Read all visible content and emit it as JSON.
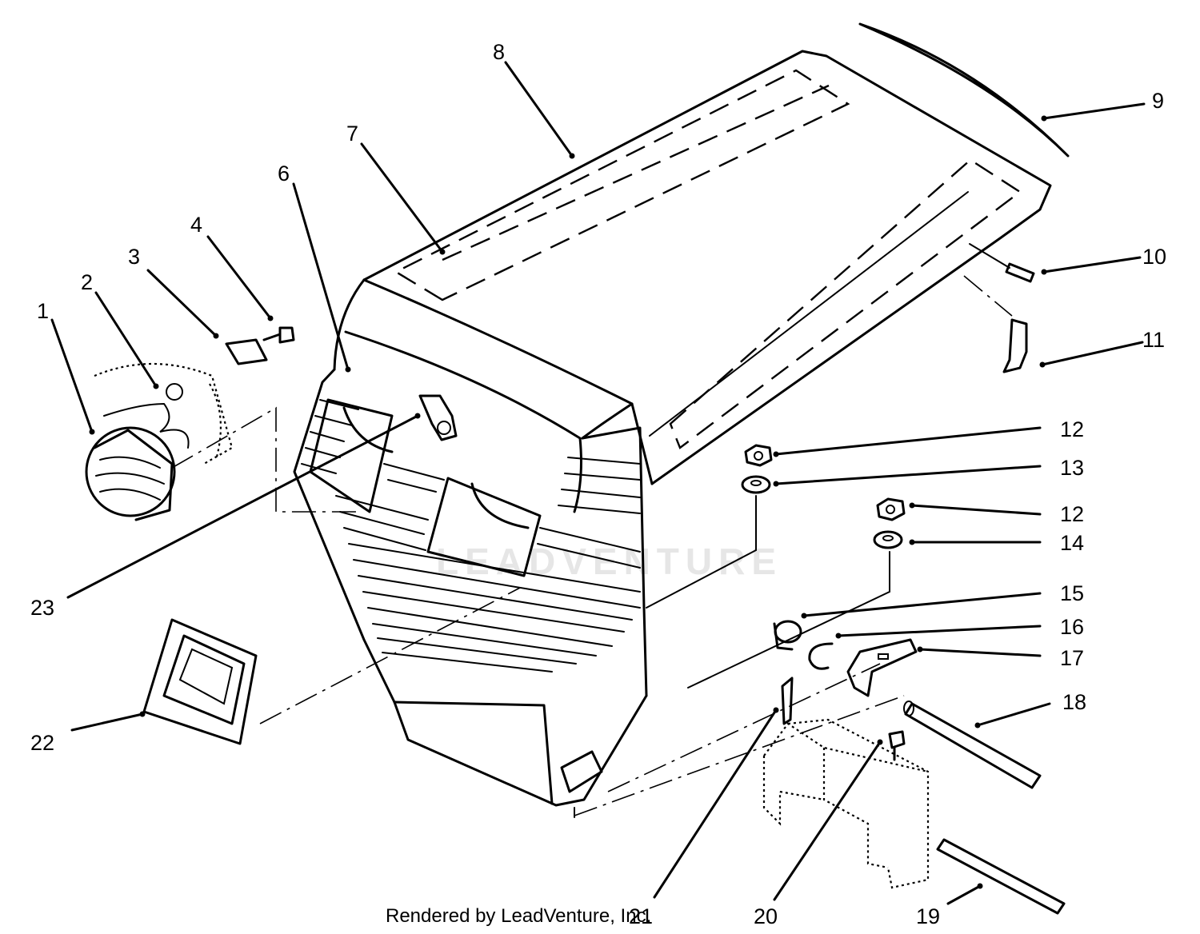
{
  "diagram": {
    "watermark": "LEADVENTURE",
    "footer": "Rendered by LeadVenture, Inc.",
    "callouts": [
      {
        "id": "c1",
        "label": "1"
      },
      {
        "id": "c2",
        "label": "2"
      },
      {
        "id": "c3",
        "label": "3"
      },
      {
        "id": "c4",
        "label": "4"
      },
      {
        "id": "c5",
        "label": "6"
      },
      {
        "id": "c6",
        "label": "7"
      },
      {
        "id": "c7",
        "label": "8"
      },
      {
        "id": "c8",
        "label": "9"
      },
      {
        "id": "c9",
        "label": "10"
      },
      {
        "id": "c10",
        "label": "11"
      },
      {
        "id": "c11",
        "label": "12"
      },
      {
        "id": "c12",
        "label": "13"
      },
      {
        "id": "c13",
        "label": "12"
      },
      {
        "id": "c14",
        "label": "14"
      },
      {
        "id": "c15",
        "label": "15"
      },
      {
        "id": "c16",
        "label": "16"
      },
      {
        "id": "c17",
        "label": "17"
      },
      {
        "id": "c18",
        "label": "18"
      },
      {
        "id": "c19",
        "label": "19"
      },
      {
        "id": "c20",
        "label": "20"
      },
      {
        "id": "c21",
        "label": "21"
      },
      {
        "id": "c22",
        "label": "22"
      },
      {
        "id": "c23",
        "label": "23"
      }
    ]
  }
}
